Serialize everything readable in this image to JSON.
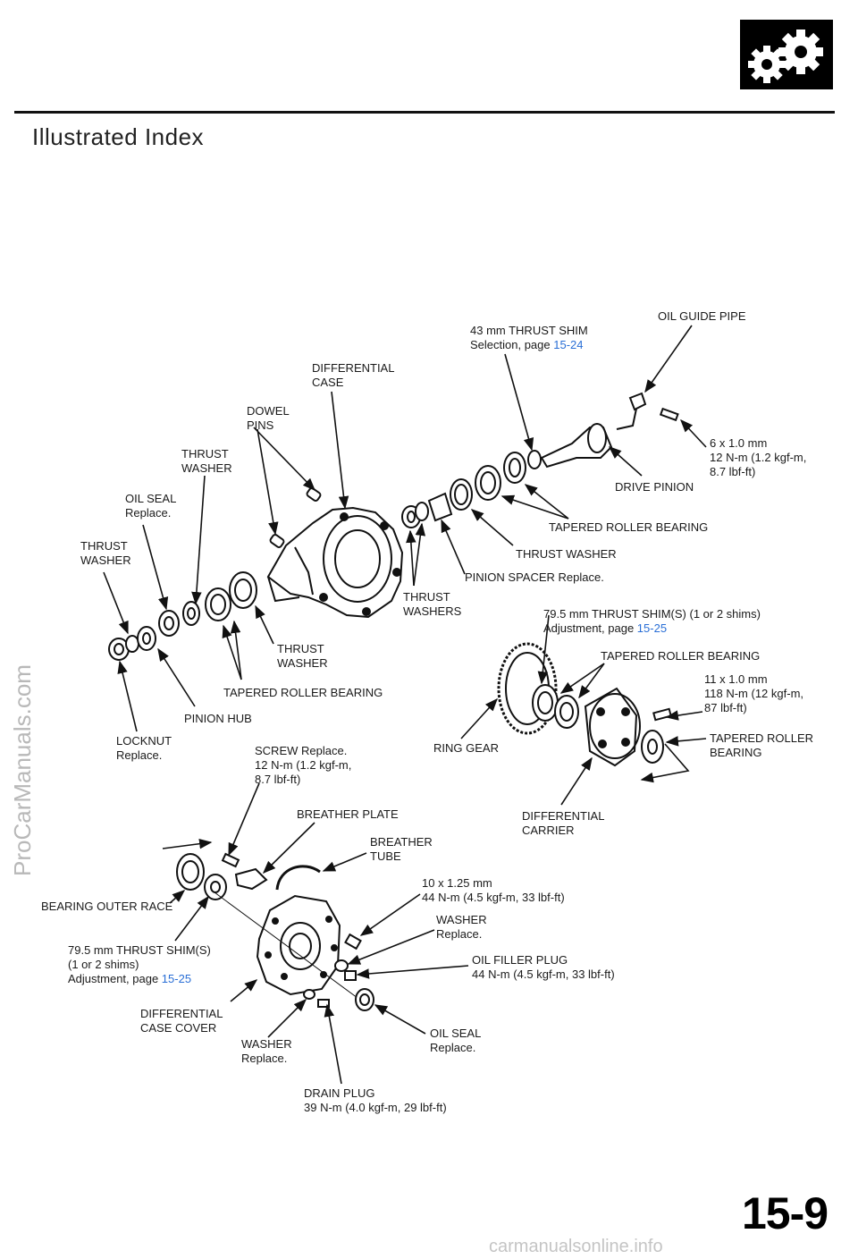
{
  "page": {
    "title": "Illustrated Index",
    "page_number": "15-9",
    "watermark_side": "ProCarManuals.com",
    "watermark_bottom": "carmanualsonline.info"
  },
  "labels": {
    "oil_guide_pipe": [
      "OIL GUIDE PIPE"
    ],
    "thrust_shim_43": [
      "43 mm THRUST SHIM",
      "Selection, page |15-24"
    ],
    "differential_case": [
      "DIFFERENTIAL",
      "CASE"
    ],
    "dowel_pins": [
      "DOWEL",
      "PINS"
    ],
    "thrust_washer_top": [
      "THRUST",
      "WASHER"
    ],
    "oil_seal_left": [
      "OIL SEAL",
      "Replace."
    ],
    "thrust_washer_left": [
      "THRUST",
      "WASHER"
    ],
    "bolt_6x1": [
      "6 x 1.0 mm",
      "12 N-m (1.2 kgf-m,",
      "8.7 lbf-ft)"
    ],
    "drive_pinion": [
      "DRIVE PINION"
    ],
    "tapered_roller_bearing_1": [
      "TAPERED ROLLER BEARING"
    ],
    "thrust_washer_mid": [
      "THRUST WASHER"
    ],
    "pinion_spacer": [
      "PINION SPACER Replace."
    ],
    "thrust_washers": [
      "THRUST",
      "WASHERS"
    ],
    "thrust_shim_79_top": [
      "79.5 mm THRUST SHIM(S) (1 or 2 shims)",
      "Adjustment, page |15-25"
    ],
    "thrust_washer_center": [
      "THRUST",
      "WASHER"
    ],
    "tapered_roller_bearing_2": [
      "TAPERED ROLLER BEARING"
    ],
    "tapered_roller_bearing_3": [
      "TAPERED ROLLER BEARING"
    ],
    "bolt_11x1": [
      "11 x 1.0 mm",
      "118 N-m (12 kgf-m,",
      "87 lbf-ft)"
    ],
    "pinion_hub": [
      "PINION HUB"
    ],
    "tapered_roller_bearing_4": [
      "TAPERED ROLLER",
      "BEARING"
    ],
    "locknut": [
      "LOCKNUT",
      "Replace."
    ],
    "screw": [
      "SCREW Replace.",
      "12 N-m (1.2 kgf-m,",
      "8.7 lbf-ft)"
    ],
    "ring_gear": [
      "RING GEAR"
    ],
    "breather_plate": [
      "BREATHER PLATE"
    ],
    "differential_carrier": [
      "DIFFERENTIAL",
      "CARRIER"
    ],
    "breather_tube": [
      "BREATHER",
      "TUBE"
    ],
    "bolt_10x125": [
      "10 x 1.25 mm",
      "44 N-m (4.5 kgf-m, 33 lbf-ft)"
    ],
    "bearing_outer_race": [
      "BEARING OUTER RACE"
    ],
    "washer_right": [
      "WASHER",
      "Replace."
    ],
    "thrust_shim_79_bottom": [
      "79.5 mm THRUST SHIM(S)",
      "(1 or 2 shims)",
      "Adjustment, page |15-25"
    ],
    "oil_filler_plug": [
      "OIL FILLER PLUG",
      "44 N-m (4.5 kgf-m, 33 lbf-ft)"
    ],
    "differential_case_cover": [
      "DIFFERENTIAL",
      "CASE COVER"
    ],
    "oil_seal_bottom": [
      "OIL SEAL",
      "Replace."
    ],
    "washer_bottom": [
      "WASHER",
      "Replace."
    ],
    "drain_plug": [
      "DRAIN PLUG",
      "39 N-m (4.0 kgf-m, 29 lbf-ft)"
    ]
  },
  "colors": {
    "link": "#2a6fd6",
    "ink": "#111111",
    "watermark": "#b8b8b8"
  },
  "icons": {
    "logo": "gears-icon"
  }
}
